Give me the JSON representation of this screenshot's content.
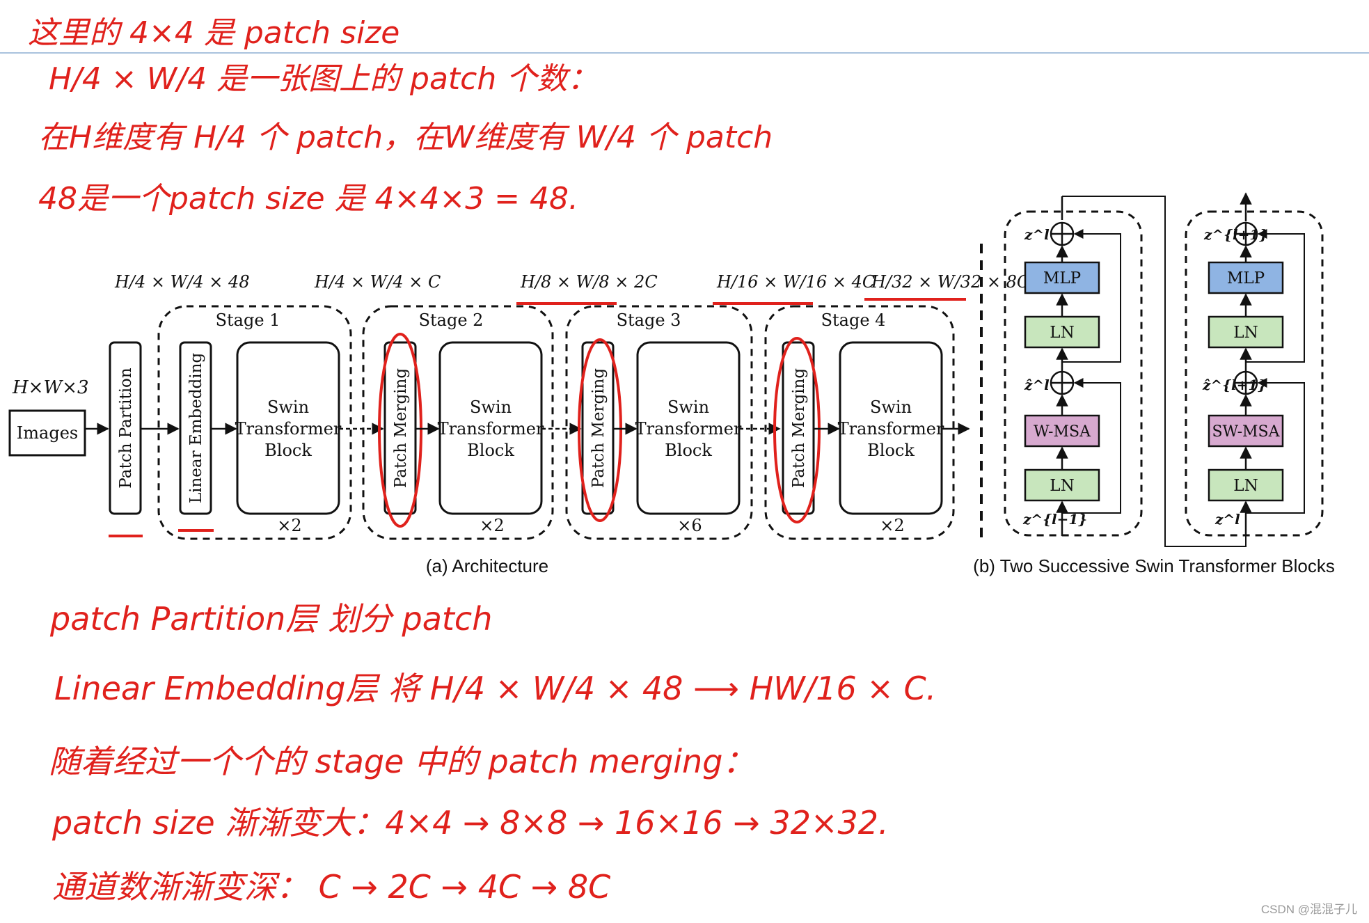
{
  "colors": {
    "annotation": "#e0211c",
    "mlp": "#8fb4e3",
    "ln": "#c8e6bd",
    "msa": "#d7a9cf",
    "ruled_line": "#a9c2dd",
    "watermark": "#9a9a9a"
  },
  "annotations_top": [
    "这里的 4×4 是 patch size",
    "H/4 × W/4 是一张图上的 patch 个数：",
    "在H维度有 H/4 个 patch，在W维度有 W/4 个 patch",
    "48是一个patch size 是 4×4×3 = 48."
  ],
  "input": {
    "shape": "H×W×3",
    "images_label": "Images"
  },
  "blocks": {
    "patch_partition": "Patch Partition",
    "linear_embedding": "Linear Embedding",
    "patch_merging": "Patch Merging",
    "swin_line1": "Swin",
    "swin_line2": "Transformer",
    "swin_line3": "Block"
  },
  "stages": [
    {
      "label": "Stage 1",
      "repeat": "×2",
      "dim": "H/4 × W/4 × C"
    },
    {
      "label": "Stage 2",
      "repeat": "×2",
      "dim": "H/8 × W/8 × 2C"
    },
    {
      "label": "Stage 3",
      "repeat": "×6",
      "dim": "H/16 × W/16 × 4C"
    },
    {
      "label": "Stage 4",
      "repeat": "×2",
      "dim": "H/32 × W/32 × 8C"
    }
  ],
  "partition_dim": "H/4 × W/4 × 48",
  "caption_a": "(a) Architecture",
  "caption_b": "(b) Two Successive Swin Transformer Blocks",
  "successive": {
    "left": {
      "mlp": "MLP",
      "ln_top": "LN",
      "msa": "W-MSA",
      "ln_bottom": "LN",
      "z_out": "z^l",
      "z_hat": "ẑ^l",
      "z_in": "z^{l−1}"
    },
    "right": {
      "mlp": "MLP",
      "ln_top": "LN",
      "msa": "SW-MSA",
      "ln_bottom": "LN",
      "z_out": "z^{l+1}",
      "z_hat": "ẑ^{l+1}",
      "z_in": "z^l"
    }
  },
  "annotations_bottom": [
    "patch Partition层 划分 patch",
    "Linear Embedding层 将 H/4 × W/4 × 48 ⟶ HW/16 × C.",
    "随着经过一个个的 stage 中的 patch merging：",
    "patch size 渐渐变大：4×4 → 8×8 → 16×16 → 32×32.",
    "通道数渐渐变深：  C → 2C → 4C → 8C"
  ],
  "watermark": "CSDN @混混子儿"
}
